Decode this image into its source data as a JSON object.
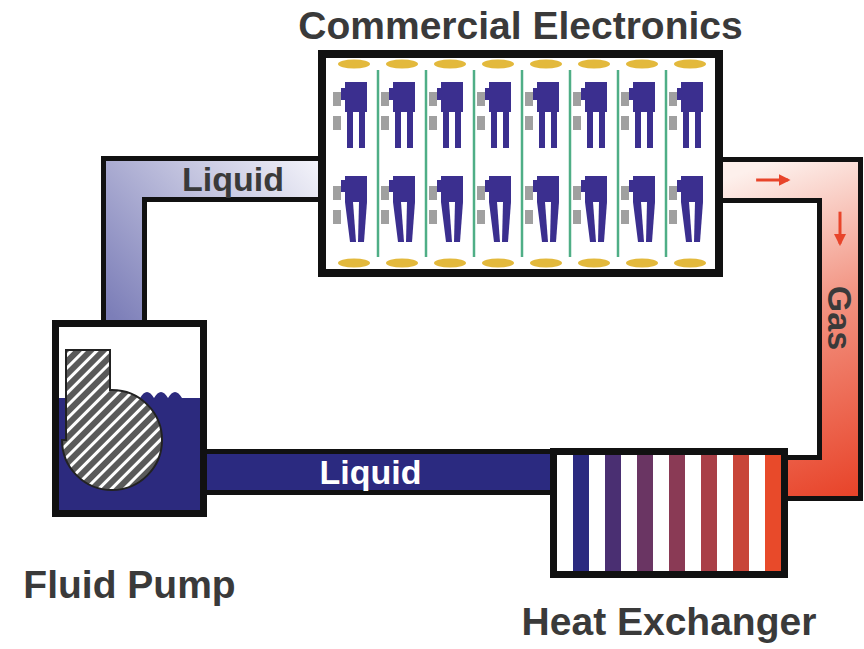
{
  "diagram": {
    "nodes": [
      {
        "text": [
          "Commercial Electronics"
        ]
      },
      {
        "text": [
          "Fluid Pump"
        ]
      },
      {
        "text": [
          "Heat Exchanger"
        ]
      }
    ],
    "edges": [
      {
        "from": 1,
        "to": 0,
        "label": "Liquid",
        "arrow": "none"
      },
      {
        "from": 0,
        "to": 2,
        "label": "Gas",
        "arrow": "to"
      },
      {
        "from": 2,
        "to": 1,
        "label": "Liquid",
        "arrow": "none"
      }
    ]
  }
}
